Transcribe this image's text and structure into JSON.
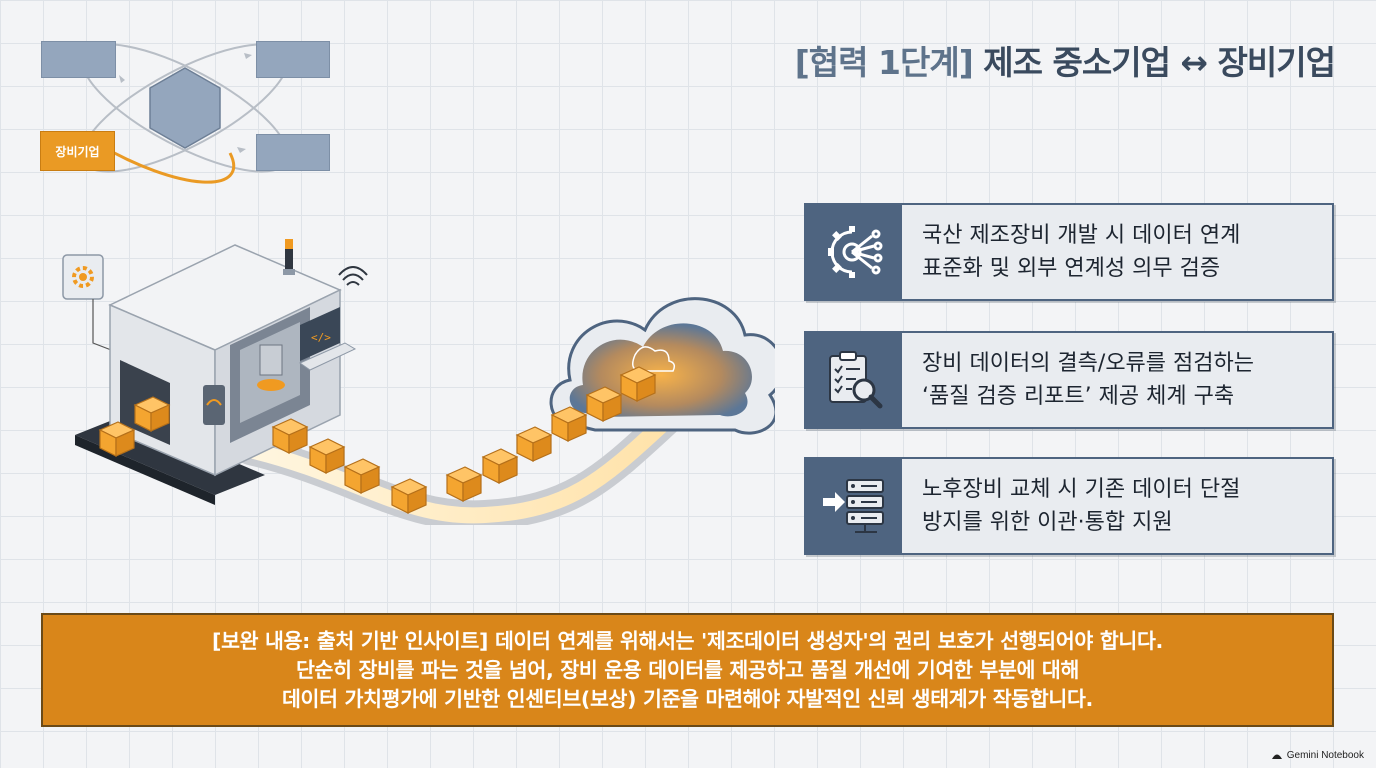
{
  "header": {
    "title_bracket": "[협력 1단계]",
    "title_main": "제조 중소기업 ↔ 장비기업"
  },
  "diagram": {
    "highlight_label": "장비기업",
    "accent_color": "#ea9a24",
    "node_color": "#94a6bd"
  },
  "illustration": {
    "icons": [
      "gear-icon",
      "code-icon",
      "wifi-icon",
      "cloud-icon"
    ],
    "terminal_glyph": "</>"
  },
  "cards": [
    {
      "icon": "gear-network-icon",
      "line1": "국산 제조장비 개발 시 데이터 연계",
      "line2": "표준화 및 외부 연계성 의무 검증"
    },
    {
      "icon": "checklist-search-icon",
      "line1": "장비 데이터의 결측/오류를 점검하는",
      "line2": "‘품질 검증 리포트’ 제공 체계 구축"
    },
    {
      "icon": "server-migration-icon",
      "line1": "노후장비 교체 시 기존 데이터 단절",
      "line2": "방지를 위한 이관·통합 지원"
    }
  ],
  "banner": {
    "line1": "[보완 내용: 출처 기반 인사이트] 데이터 연계를 위해서는 '제조데이터 생성자'의 권리 보호가 선행되어야 합니다.",
    "line2": "단순히 장비를 파는 것을 넘어, 장비 운용 데이터를 제공하고 품질 개선에 기여한 부분에 대해",
    "line3": "데이터 가치평가에 기반한 인센티브(보상) 기준을 마련해야 자발적인 신뢰 생태계가 작동합니다."
  },
  "watermark": "Gemini Notebook",
  "colors": {
    "card_icon_bg": "#4e6480",
    "banner_bg": "#d9861a",
    "box_orange": "#f4a530"
  }
}
